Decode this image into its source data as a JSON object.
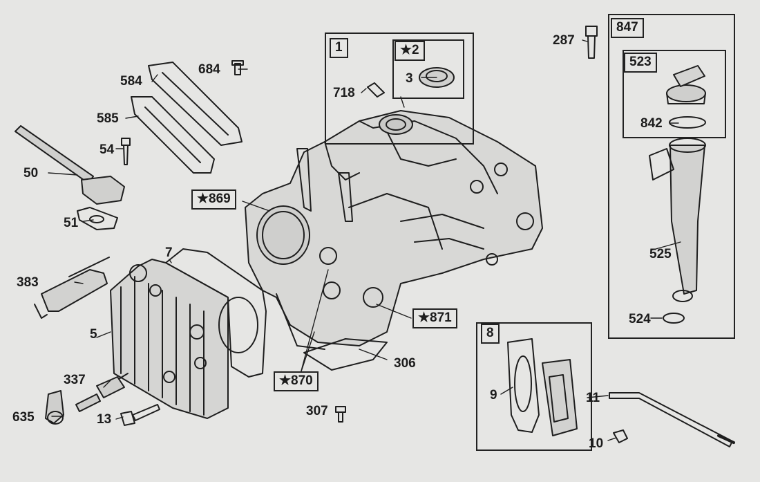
{
  "callouts": {
    "c1": "1",
    "c2": "★2",
    "c3": "3",
    "c5": "5",
    "c7": "7",
    "c8": "8",
    "c9": "9",
    "c10": "10",
    "c11": "11",
    "c13": "13",
    "c50": "50",
    "c51": "51",
    "c54": "54",
    "c287": "287",
    "c306": "306",
    "c307": "307",
    "c337": "337",
    "c383": "383",
    "c523": "523",
    "c524": "524",
    "c525": "525",
    "c584": "584",
    "c585": "585",
    "c635": "635",
    "c684": "684",
    "c718": "718",
    "c842": "842",
    "c847": "847",
    "c869": "★869",
    "c870": "★870",
    "c871": "★871"
  }
}
